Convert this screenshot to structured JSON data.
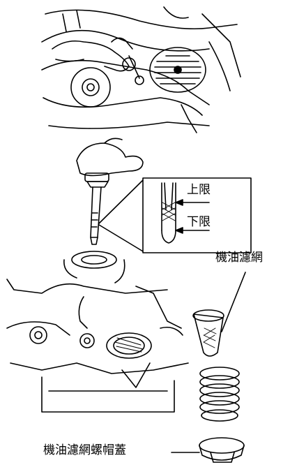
{
  "labels": {
    "upper_limit": "上限",
    "lower_limit": "下限",
    "oil_screen": "機油濾網",
    "oil_screen_cap": "機油濾網螺帽蓋"
  }
}
